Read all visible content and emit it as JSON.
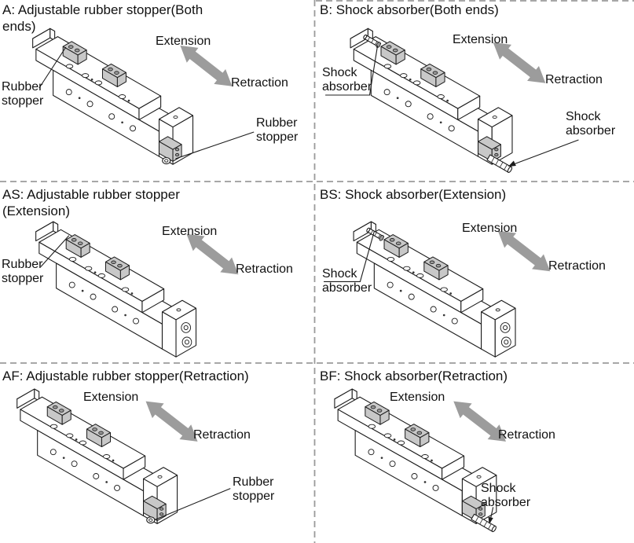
{
  "panels": [
    {
      "code": "A",
      "title_lines": [
        "A: Adjustable rubber stopper(Both",
        "ends)"
      ],
      "extension": "Extension",
      "retraction": "Retraction",
      "part_labels": [
        {
          "line1": "Rubber",
          "line2": "stopper"
        },
        {
          "line1": "Rubber",
          "line2": "stopper"
        }
      ]
    },
    {
      "code": "B",
      "title_lines": [
        "B: Shock absorber(Both ends)"
      ],
      "extension": "Extension",
      "retraction": "Retraction",
      "part_labels": [
        {
          "line1": "Shock",
          "line2": "absorber"
        },
        {
          "line1": "Shock",
          "line2": "absorber"
        }
      ]
    },
    {
      "code": "AS",
      "title_lines": [
        "AS: Adjustable rubber stopper",
        "(Extension)"
      ],
      "extension": "Extension",
      "retraction": "Retraction",
      "part_labels": [
        {
          "line1": "Rubber",
          "line2": "stopper"
        }
      ]
    },
    {
      "code": "BS",
      "title_lines": [
        "BS: Shock absorber(Extension)"
      ],
      "extension": "Extension",
      "retraction": "Retraction",
      "part_labels": [
        {
          "line1": "Shock",
          "line2": "absorber"
        }
      ]
    },
    {
      "code": "AF",
      "title_lines": [
        "AF: Adjustable rubber stopper(Retraction)"
      ],
      "extension": "Extension",
      "retraction": "Retraction",
      "part_labels": [
        {
          "line1": "Rubber",
          "line2": "stopper"
        }
      ]
    },
    {
      "code": "BF",
      "title_lines": [
        "BF: Shock absorber(Retraction)"
      ],
      "extension": "Extension",
      "retraction": "Retraction",
      "part_labels": [
        {
          "line1": "Shock",
          "line2": "absorber"
        }
      ]
    }
  ],
  "colors": {
    "motion_arrow": "#9c9c9c",
    "line_art": "#1c1c1c",
    "stopper_block_fill": "#c8c8c8",
    "separator": "#9b9b9b"
  }
}
